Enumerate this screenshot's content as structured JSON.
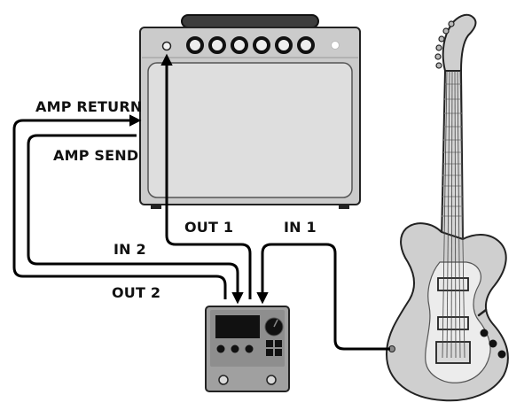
{
  "labels": {
    "amp_return": "AMP RETURN",
    "amp_send": "AMP SEND",
    "out_1": "OUT 1",
    "in_1": "IN 1",
    "in_2": "IN 2",
    "out_2": "OUT 2"
  },
  "colors": {
    "cable": "#000000",
    "amp_body": "#c9c9c9",
    "amp_grille": "#dcdcdc",
    "guitar_body": "#cfcfcf",
    "pedal_body": "#9a9a9a",
    "pedal_screen": "#111111"
  }
}
